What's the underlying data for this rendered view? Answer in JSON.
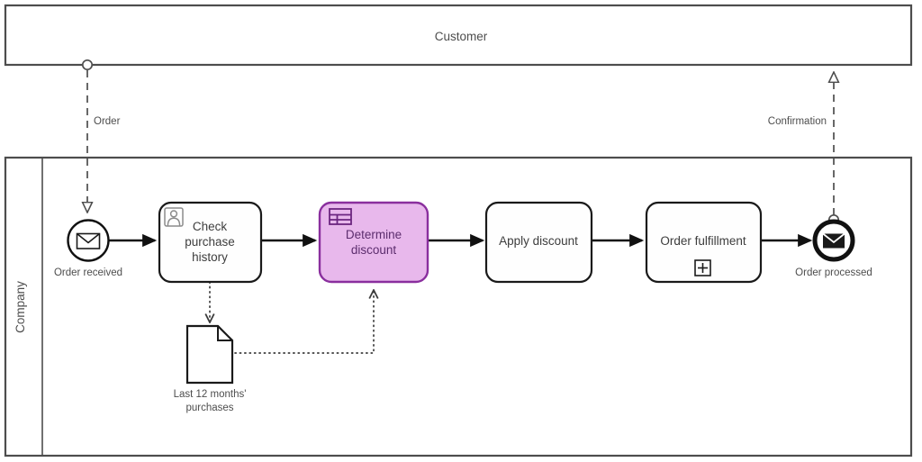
{
  "diagram": {
    "title": "Order discount process (BPMN collaboration)",
    "colors": {
      "pool_stroke": "#4d4d4d",
      "task_stroke": "#1a1a1a",
      "flow": "#111111",
      "purple_fill": "#e8b8ec",
      "purple_stroke": "#8a2f9e",
      "purple_text": "#5c2d6e",
      "label_text": "#4d4d4d",
      "canvas": "#ffffff"
    }
  },
  "pools": [
    {
      "id": "customer",
      "name": "Customer",
      "label": "Customer",
      "type": "black-box-pool",
      "label_position": "center"
    },
    {
      "id": "company",
      "name": "Company",
      "label": "Company",
      "type": "pool",
      "label_position": "left-vertical-band"
    }
  ],
  "nodes": [
    {
      "id": "order-received",
      "label": "Order received",
      "type": "start-event",
      "event_definition": "message",
      "icon": "envelope-icon"
    },
    {
      "id": "check-purchase-history",
      "label": "Check purchase history",
      "label_lines": [
        "Check",
        "purchase",
        "history"
      ],
      "type": "task",
      "task_type": "user-task",
      "icon": "user-task-icon"
    },
    {
      "id": "determine-discount",
      "label": "Determine discount",
      "label_lines": [
        "Determine",
        "discount"
      ],
      "type": "task",
      "task_type": "business-rule-task",
      "icon": "business-rule-table-icon",
      "highlight": true
    },
    {
      "id": "apply-discount",
      "label": "Apply discount",
      "label_lines": [
        "Apply discount"
      ],
      "type": "task",
      "task_type": "none",
      "icon": null
    },
    {
      "id": "order-fulfillment",
      "label": "Order fulfillment",
      "label_lines": [
        "Order fulfillment"
      ],
      "type": "subprocess",
      "task_type": "collapsed-subprocess",
      "icon": "plus-box-icon"
    },
    {
      "id": "order-processed",
      "label": "Order processed",
      "type": "end-event",
      "event_definition": "message",
      "icon": "envelope-filled-icon"
    },
    {
      "id": "last-12-months-purchases",
      "label": "Last 12 months' purchases",
      "label_lines": [
        "Last 12 months'",
        "purchases"
      ],
      "type": "data-object",
      "icon": "document-icon"
    }
  ],
  "message_flows": [
    {
      "id": "order-message",
      "label": "Order",
      "from": "customer",
      "to": "order-received"
    },
    {
      "id": "confirmation-message",
      "label": "Confirmation",
      "from": "order-processed",
      "to": "customer"
    }
  ],
  "sequence_flows": [
    {
      "from": "order-received",
      "to": "check-purchase-history"
    },
    {
      "from": "check-purchase-history",
      "to": "determine-discount"
    },
    {
      "from": "determine-discount",
      "to": "apply-discount"
    },
    {
      "from": "apply-discount",
      "to": "order-fulfillment"
    },
    {
      "from": "order-fulfillment",
      "to": "order-processed"
    }
  ],
  "data_associations": [
    {
      "from": "check-purchase-history",
      "to": "last-12-months-purchases"
    },
    {
      "from": "last-12-months-purchases",
      "to": "determine-discount"
    }
  ]
}
